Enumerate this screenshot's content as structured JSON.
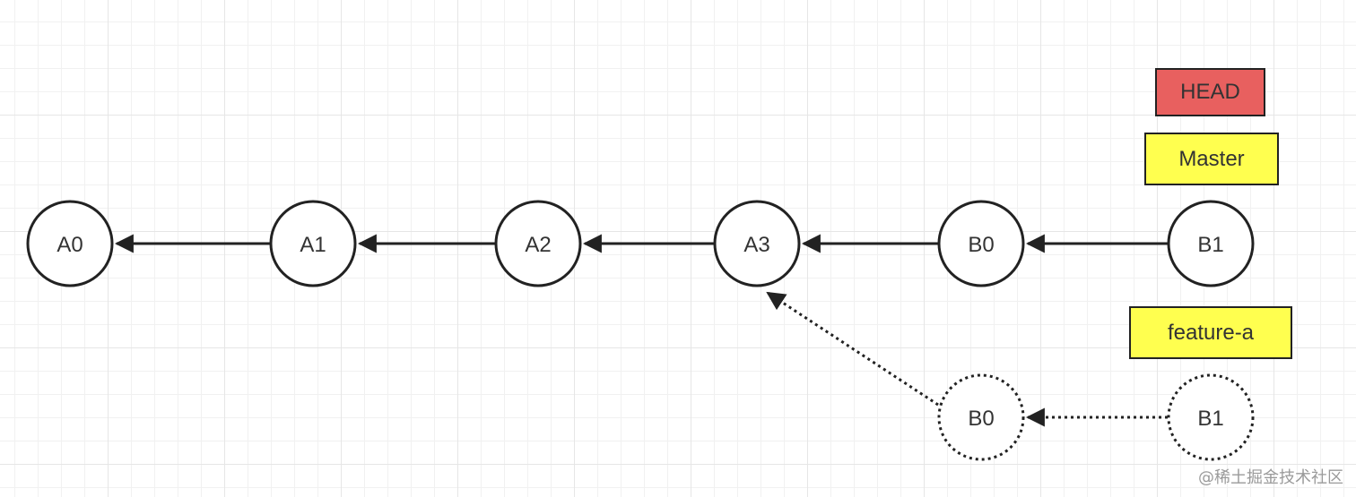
{
  "commits_main": [
    {
      "id": "A0",
      "label": "A0"
    },
    {
      "id": "A1",
      "label": "A1"
    },
    {
      "id": "A2",
      "label": "A2"
    },
    {
      "id": "A3",
      "label": "A3"
    },
    {
      "id": "B0",
      "label": "B0"
    },
    {
      "id": "B1",
      "label": "B1"
    }
  ],
  "commits_dashed": [
    {
      "id": "B0",
      "label": "B0"
    },
    {
      "id": "B1",
      "label": "B1"
    }
  ],
  "refs": {
    "head": {
      "label": "HEAD",
      "color": "#E8605F"
    },
    "master": {
      "label": "Master",
      "color": "#FFFF4F"
    },
    "feature": {
      "label": "feature-a",
      "color": "#FFFF4F"
    }
  },
  "watermark": "@稀土掘金技术社区"
}
